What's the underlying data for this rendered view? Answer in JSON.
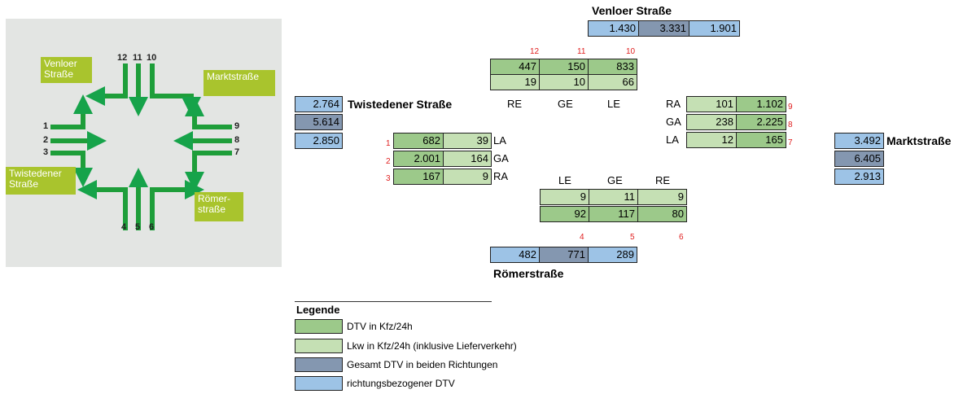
{
  "sketch": {
    "labels": {
      "venloer": "Venloer\nStraße",
      "markt": "Marktstraße",
      "twisted": "Twistedener\nStraße",
      "roemer": "Römer-\nstraße"
    },
    "numbers": {
      "n1": "1",
      "n2": "2",
      "n3": "3",
      "n4": "4",
      "n5": "5",
      "n6": "6",
      "n7": "7",
      "n8": "8",
      "n9": "9",
      "n10": "10",
      "n11": "11",
      "n12": "12"
    }
  },
  "venloer": {
    "name": "Venloer Straße",
    "totals": [
      "1.430",
      "3.331",
      "1.901"
    ],
    "nums": [
      "12",
      "11",
      "10"
    ],
    "dtv": [
      "447",
      "150",
      "833"
    ],
    "lkw": [
      "19",
      "10",
      "66"
    ],
    "dirs": [
      "RE",
      "GE",
      "LE"
    ]
  },
  "twisted": {
    "name": "Twistedener Straße",
    "totals": [
      "2.764",
      "5.614",
      "2.850"
    ],
    "nums": [
      "1",
      "2",
      "3"
    ],
    "dtv": [
      "682",
      "2.001",
      "167"
    ],
    "lkw": [
      "39",
      "164",
      "9"
    ],
    "dirs": [
      "LA",
      "GA",
      "RA"
    ]
  },
  "markt": {
    "name": "Marktstraße",
    "totals": [
      "3.492",
      "6.405",
      "2.913"
    ],
    "nums": [
      "9",
      "8",
      "7"
    ],
    "dirs": [
      "RA",
      "GA",
      "LA"
    ],
    "lkw": [
      "101",
      "238",
      "12"
    ],
    "dtv": [
      "1.102",
      "2.225",
      "165"
    ]
  },
  "roemer": {
    "name": "Römerstraße",
    "totals": [
      "482",
      "771",
      "289"
    ],
    "nums": [
      "4",
      "5",
      "6"
    ],
    "dirs": [
      "LE",
      "GE",
      "RE"
    ],
    "lkw": [
      "9",
      "11",
      "9"
    ],
    "dtv": [
      "92",
      "117",
      "80"
    ]
  },
  "legend": {
    "title": "Legende",
    "items": [
      "DTV in Kfz/24h",
      "Lkw in Kfz/24h (inklusive Lieferverkehr)",
      "Gesamt DTV in beiden Richtungen",
      "richtungsbezogener DTV"
    ],
    "colors": [
      "#9cc98a",
      "#c5e0b4",
      "#8497b0",
      "#9dc3e6"
    ]
  }
}
